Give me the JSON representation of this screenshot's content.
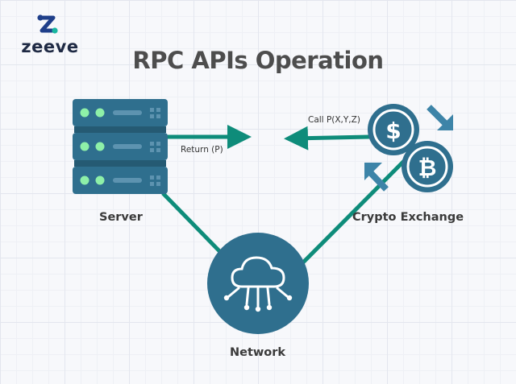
{
  "brand": {
    "name": "zeeve"
  },
  "title": "RPC APIs Operation",
  "nodes": {
    "server": "Server",
    "exchange": "Crypto Exchange",
    "network": "Network"
  },
  "edges": {
    "return_label": "Return (P)",
    "call_label": "Call P(X,Y,Z)"
  },
  "icons": {
    "server": "server-rack-icon",
    "exchange_dollar": "dollar-coin-icon",
    "exchange_bitcoin": "bitcoin-coin-icon",
    "network": "cloud-network-icon"
  },
  "colors": {
    "accent": "#0e8c7a",
    "node_dark": "#2f6f8e",
    "led": "#8ef0a8",
    "title": "#4d4d4d",
    "arrow_blue": "#3d84a8"
  }
}
